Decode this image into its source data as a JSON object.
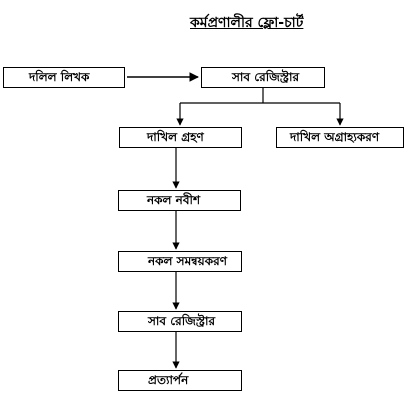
{
  "title": "কর্মপ্রণালীর ফ্লো-চার্ট",
  "nodes": {
    "deed_writer": "দলিল লিখক",
    "sub_registrar_top": "সাব রেজিস্ট্রার",
    "accept_filing": "দাখিল গ্রহণ",
    "reject_filing": "দাখিল অগ্রাহ্যকরণ",
    "copy_writer": "নকল নবীশ",
    "copy_verification": "নকল সমন্বয়করণ",
    "sub_registrar_bottom": "সাব রেজিস্ট্রার",
    "return": "প্রত্যার্পন"
  },
  "colors": {
    "line": "#000000",
    "background": "#ffffff"
  }
}
